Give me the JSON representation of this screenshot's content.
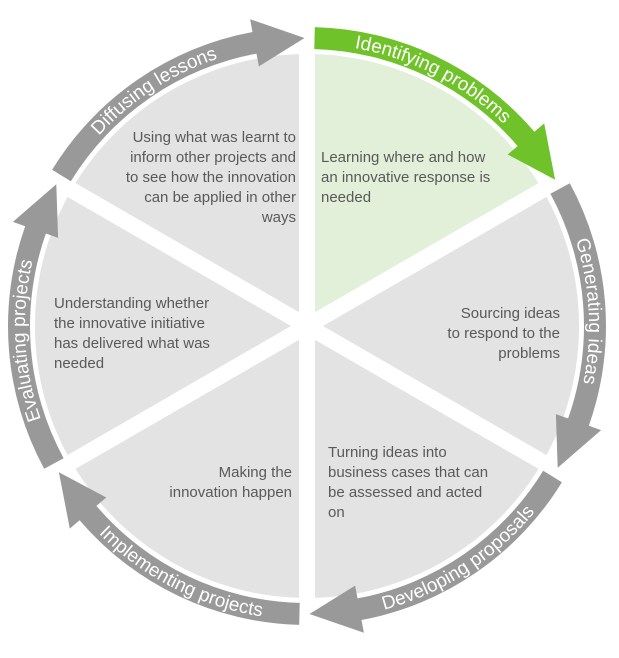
{
  "colors": {
    "segment_fill": "#e3e3e3",
    "active_segment_fill": "#e2f0d9",
    "arrow": "#999999",
    "active_arrow": "#6fc22a",
    "divider": "#ffffff",
    "text": "#595959",
    "label": "#ffffff"
  },
  "stages": [
    {
      "id": "identifying",
      "label": "Identifying problems",
      "active": true,
      "description_lines": [
        "Learning where and how",
        "an innovative  response is",
        "needed"
      ]
    },
    {
      "id": "generating",
      "label": "Generating ideas",
      "active": false,
      "description_lines": [
        "Sourcing ideas",
        "to respond to the",
        "problems"
      ]
    },
    {
      "id": "developing",
      "label": "Developing proposals",
      "active": false,
      "description_lines": [
        "Turning ideas into",
        "business cases that can",
        "be assessed and acted",
        "on"
      ]
    },
    {
      "id": "implementing",
      "label": "Implementing projects",
      "active": false,
      "description_lines": [
        "Making the",
        "innovation happen"
      ]
    },
    {
      "id": "evaluating",
      "label": "Evaluating projects",
      "active": false,
      "description_lines": [
        "Understanding whether",
        "the innovative initiative",
        "has delivered what was",
        "needed"
      ]
    },
    {
      "id": "diffusing",
      "label": "Diffusing lessons",
      "active": false,
      "description_lines": [
        "Using what was learnt to",
        "inform other projects and",
        "to see how the innovation",
        "can be applied in other",
        "ways"
      ]
    }
  ]
}
